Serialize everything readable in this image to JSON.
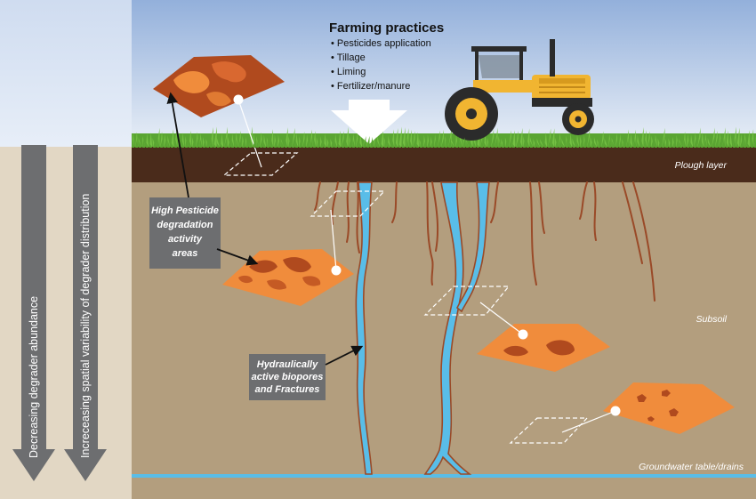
{
  "farming": {
    "title": "Farming practices",
    "practices": [
      "• Pesticides application",
      "• Tillage",
      "• Liming",
      "• Fertilizer/manure"
    ]
  },
  "layers": {
    "plough": "Plough layer",
    "subsoil": "Subsoil",
    "groundwater": "Groundwater table/drains"
  },
  "callouts": {
    "high_activity": [
      "High Pesticide",
      "degradation",
      "activity",
      "areas"
    ],
    "biopores": [
      "Hydraulically",
      "active biopores",
      "and Fractures"
    ]
  },
  "side_arrows": {
    "abundance": "Decreasing degrader abundance",
    "variability": "Increceasing spatial variability of degrader distribution"
  },
  "colors": {
    "sky": "#a9c0e4",
    "plough": "#4a2b1b",
    "subsoil": "#b39e7e",
    "water": "#59bde8",
    "patch_orange": "#f08c3c",
    "patch_dark": "#b04a1e",
    "callout_bg": "#6d6e70",
    "tractor_yellow": "#f1b531"
  }
}
